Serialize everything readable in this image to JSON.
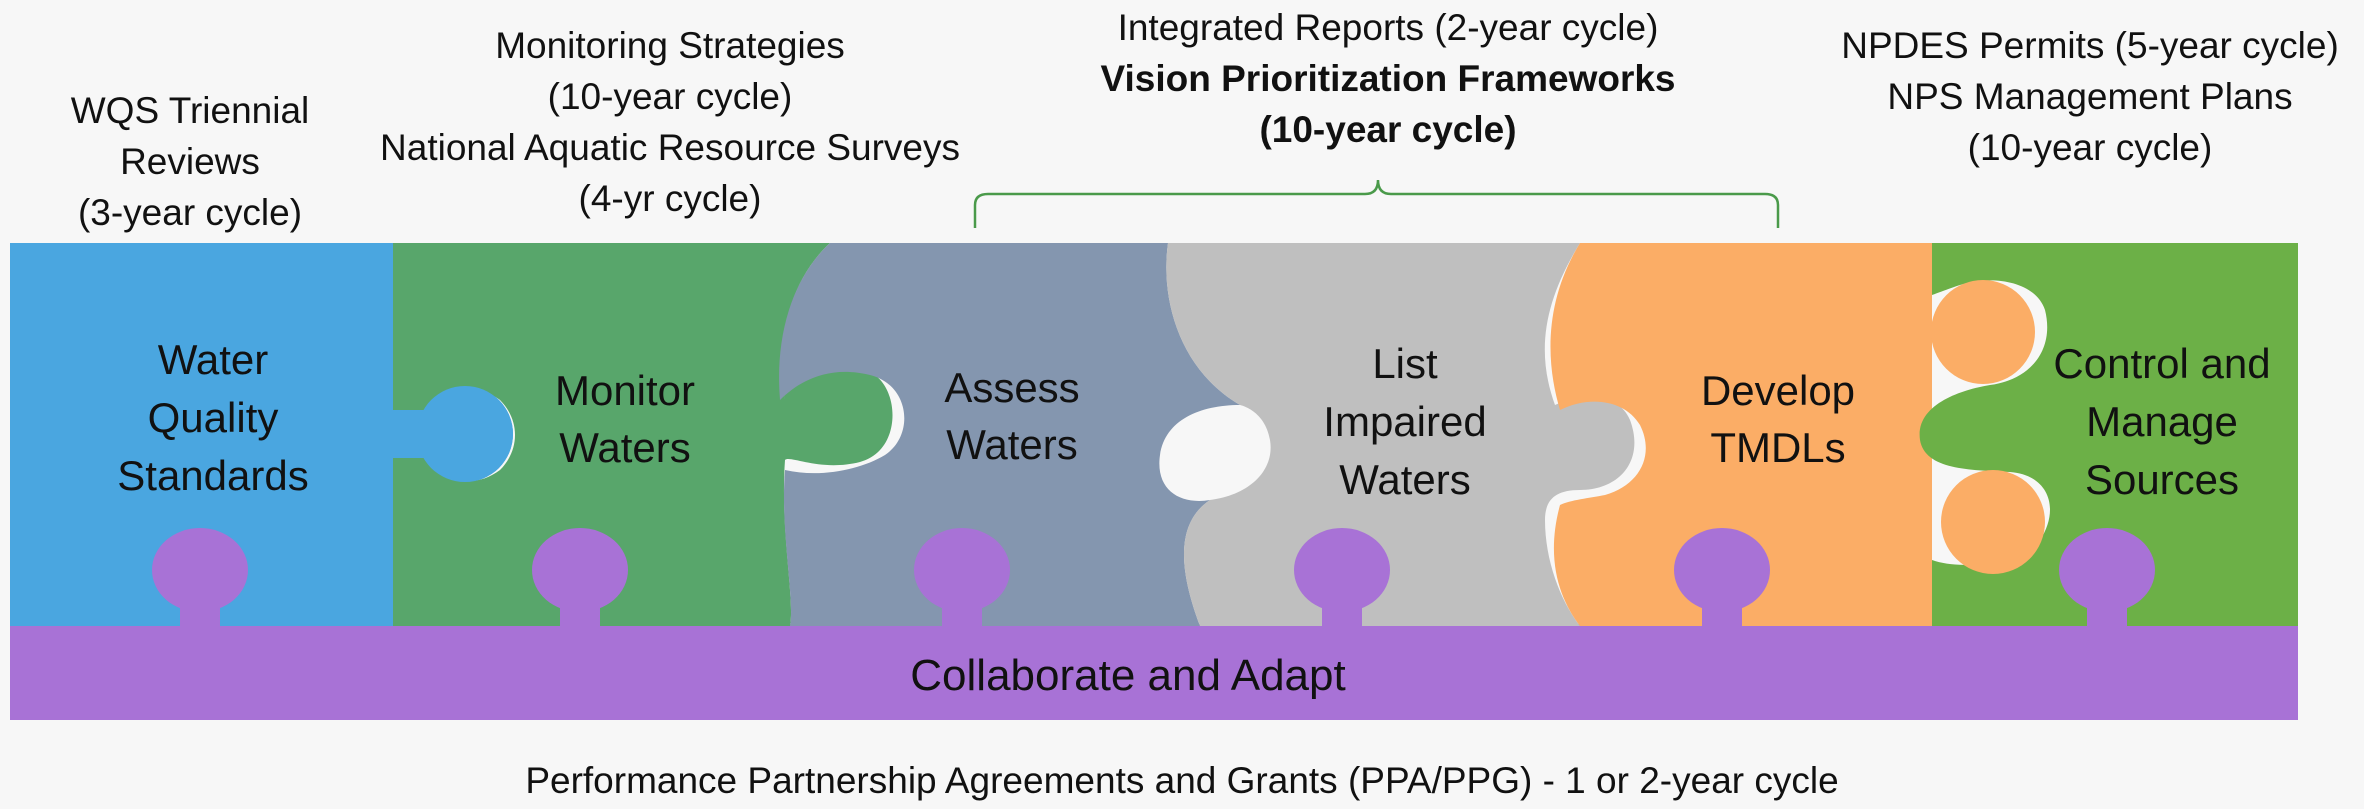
{
  "top_labels": {
    "wqs": [
      "WQS Triennial",
      "Reviews",
      "(3-year cycle)"
    ],
    "monitoring": [
      "Monitoring Strategies",
      "(10-year cycle)",
      "National Aquatic Resource Surveys",
      "(4-yr cycle)"
    ],
    "integrated": {
      "line1": "Integrated Reports (2-year cycle)",
      "line2": "Vision Prioritization Frameworks",
      "line3": "(10-year cycle)"
    },
    "npdes": [
      "NPDES Permits (5-year cycle)",
      "NPS Management Plans",
      "(10-year cycle)"
    ]
  },
  "pieces": [
    {
      "lines": [
        "Water",
        "Quality",
        "Standards"
      ],
      "color": "#4aa6e0"
    },
    {
      "lines": [
        "Monitor",
        "Waters"
      ],
      "color": "#58a66b"
    },
    {
      "lines": [
        "Assess",
        "Waters"
      ],
      "color": "#8496af"
    },
    {
      "lines": [
        "List",
        "Impaired",
        "Waters"
      ],
      "color": "#bfbfbf"
    },
    {
      "lines": [
        "Develop",
        "TMDLs"
      ],
      "color": "#fbad66"
    },
    {
      "lines": [
        "Control and",
        "Manage",
        "Sources"
      ],
      "color": "#6cb047"
    }
  ],
  "base": {
    "label": "Collaborate and Adapt",
    "color": "#a872d6"
  },
  "bracket_color": "#4a9a4a",
  "bottom_note": "Performance Partnership Agreements and Grants (PPA/PPG) - 1 or 2-year cycle"
}
